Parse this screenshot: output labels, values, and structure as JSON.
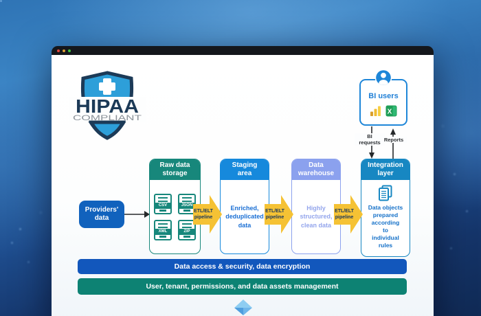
{
  "window": {
    "traffic_lights": [
      {
        "name": "close",
        "color": "#e0443c"
      },
      {
        "name": "minimize",
        "color": "#dd9c33"
      },
      {
        "name": "maximize",
        "color": "#3fc33c"
      }
    ]
  },
  "hipaa_badge": {
    "title": "HIPAA",
    "subtitle": "COMPLIANT",
    "shield_fill": "#2d9fd9",
    "shield_outline": "#1c3a57",
    "title_color": "#1c3a57",
    "subtitle_color": "#8b9299"
  },
  "bi_users": {
    "label": "BI users",
    "label_color": "#1f7fd6",
    "border_color": "#1e86d8",
    "excel_letter": "X",
    "bi_requests_label": "BI\nrequests",
    "reports_label": "Reports"
  },
  "providers_box": {
    "label": "Providers'\ndata",
    "color": "#1162bd"
  },
  "pipeline": {
    "label": "ETL/ELT\npipeline",
    "arrow_color": "#f5c234",
    "text_color": "#16355c"
  },
  "columns": [
    {
      "title": "Raw data\nstorage",
      "color": "#17877b",
      "files": [
        "CSV",
        "JSON",
        "XML",
        "ZIP"
      ]
    },
    {
      "title": "Staging\narea",
      "color": "#1689dc",
      "body_text": "Enriched,\ndeduplicated\ndata",
      "body_text_color": "#1a6fd4"
    },
    {
      "title": "Data\nwarehouse",
      "color": "#8ba1ee",
      "body_text": "Highly\nstructured,\nclean data",
      "body_text_color": "#93a5ec"
    },
    {
      "title": "Integration\nlayer",
      "color": "#1787c2",
      "body_text": "Data objects\nprepared\naccording\nto\nindividual\nrules",
      "body_text_color": "#1470c8"
    }
  ],
  "bottom_bars": [
    {
      "label": "Data access & security, data encryption",
      "color": "#1257bc"
    },
    {
      "label": "User, tenant, permissions, and data assets management",
      "color": "#0d8273"
    }
  ]
}
